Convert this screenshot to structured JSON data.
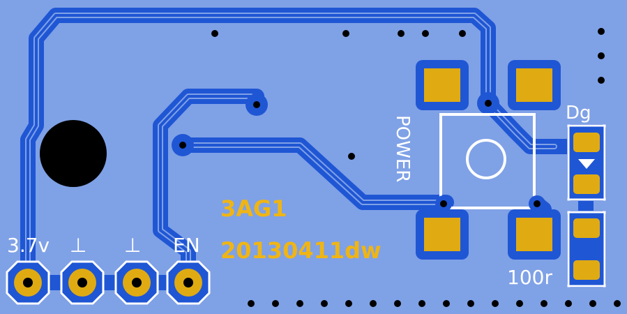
{
  "colors": {
    "board": "#7fa1e6",
    "copper": "#1f56d4",
    "pad": "#e0ab12",
    "silk_white": "#ffffff",
    "silk_yellow": "#f0b514",
    "hole": "#000000"
  },
  "silk": {
    "header_labels": [
      "3.7v",
      "⊥",
      "⊥",
      "EN"
    ],
    "part_id": "3AG1",
    "date_code": "20130411dw",
    "switch_label": "POWER",
    "led_label": "Dg",
    "resistor_label": "100r"
  },
  "icons": {
    "mount_hole": "mounting-hole-icon",
    "diode": "diode-triangle-icon"
  }
}
